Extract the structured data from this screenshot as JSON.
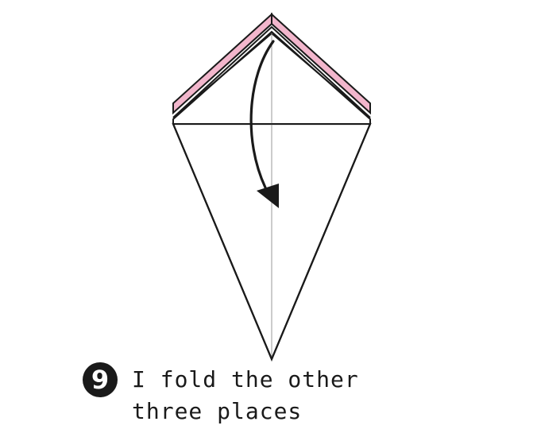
{
  "step": {
    "number": "9",
    "text_line1": "I fold the other",
    "text_line2": "three places"
  },
  "colors": {
    "paper": "#ffffff",
    "paper_back": "#f2b6cc",
    "outline": "#1a1a1a",
    "center_crease": "#9a9a9a"
  },
  "icons": {
    "fold_arrow": "curved-arrow-down-icon",
    "fold_line": "valley-fold-line"
  }
}
